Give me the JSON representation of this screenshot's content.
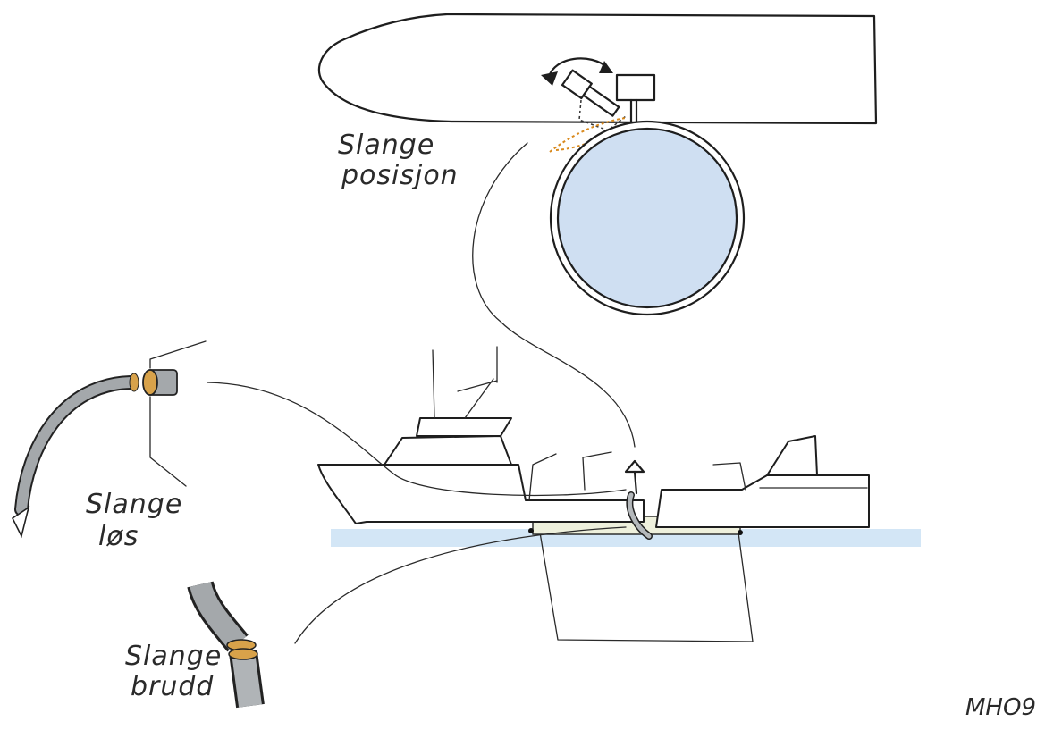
{
  "labels": {
    "hose_position": [
      "Slange",
      "posisjon"
    ],
    "hose_loose": [
      "Slange",
      "løs"
    ],
    "hose_break": [
      "Slange",
      "brudd"
    ]
  },
  "signature": "MHO9",
  "colors": {
    "cage_water": "#cfdff2",
    "sea": "#d3e6f6",
    "coupling": "#d8a24a",
    "hose_gray": "#a4a8ab",
    "dashed_hose": "#d98a1e",
    "net": "#f2f3e6"
  },
  "icons": [
    "rotate-arrow-icon",
    "feed-hose-icon",
    "coupling-icon"
  ]
}
